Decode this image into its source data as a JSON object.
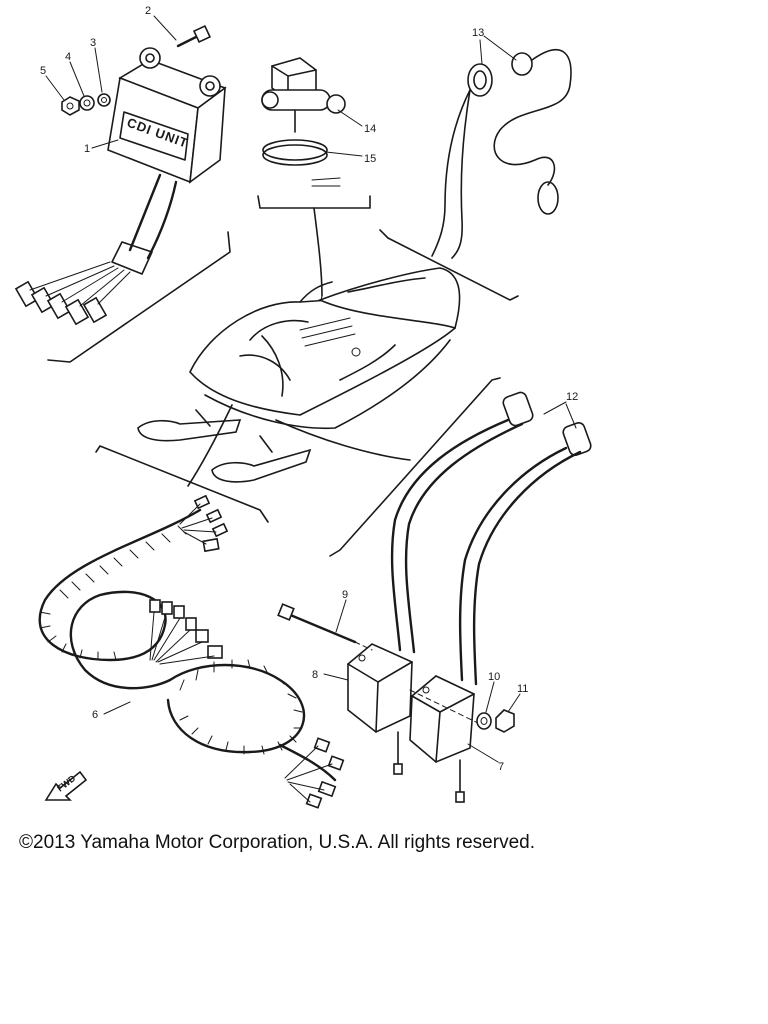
{
  "diagram": {
    "callouts": [
      {
        "id": "callout-1",
        "label": "1"
      },
      {
        "id": "callout-2",
        "label": "2"
      },
      {
        "id": "callout-3",
        "label": "3"
      },
      {
        "id": "callout-4",
        "label": "4"
      },
      {
        "id": "callout-5",
        "label": "5"
      },
      {
        "id": "callout-6",
        "label": "6"
      },
      {
        "id": "callout-7",
        "label": "7"
      },
      {
        "id": "callout-8",
        "label": "8"
      },
      {
        "id": "callout-9",
        "label": "9"
      },
      {
        "id": "callout-10",
        "label": "10"
      },
      {
        "id": "callout-11",
        "label": "11"
      },
      {
        "id": "callout-12",
        "label": "12"
      },
      {
        "id": "callout-13",
        "label": "13"
      },
      {
        "id": "callout-14",
        "label": "14"
      },
      {
        "id": "callout-15",
        "label": "15"
      }
    ],
    "cdi_unit_label": "CDI UNIT",
    "direction_marker": "FWD"
  },
  "footer": {
    "copyright": "©2013 Yamaha Motor Corporation, U.S.A. All rights reserved."
  }
}
